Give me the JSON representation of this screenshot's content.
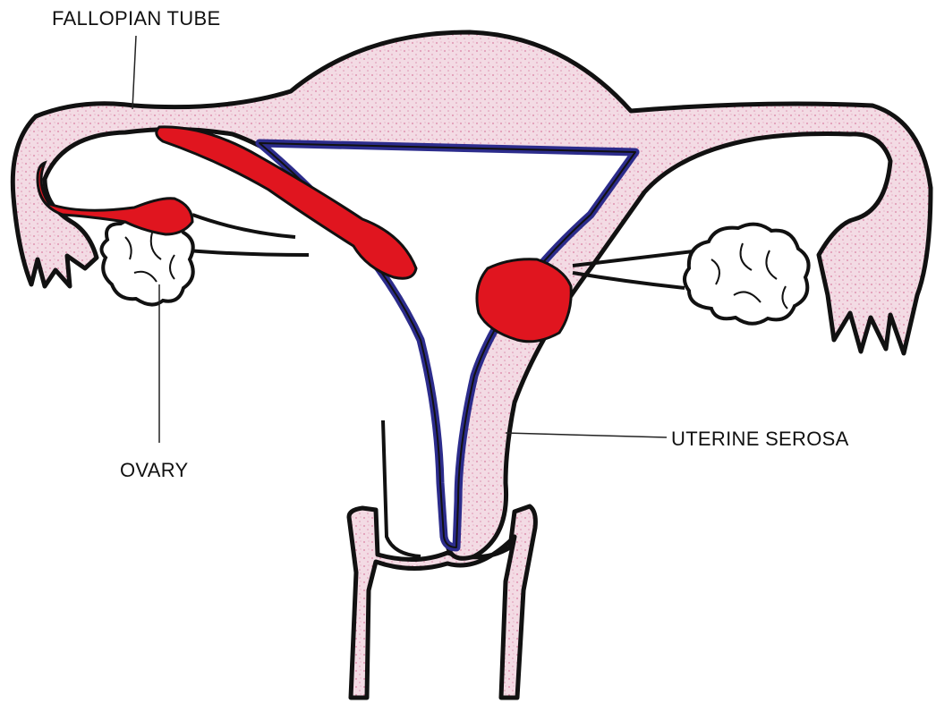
{
  "labels": {
    "fallopian_tube": "FALLOPIAN TUBE",
    "ovary": "OVARY",
    "uterine_serosa": "UTERINE SEROSA"
  },
  "colors": {
    "background": "#ffffff",
    "outline": "#111111",
    "tissue": "#f3dbe4",
    "tissue_texture": "#c0306a",
    "cavity_lining": "#2c2c8c",
    "lesion": "#e0151f",
    "ovary_fill": "#ffffff",
    "leader_line": "#222222"
  }
}
